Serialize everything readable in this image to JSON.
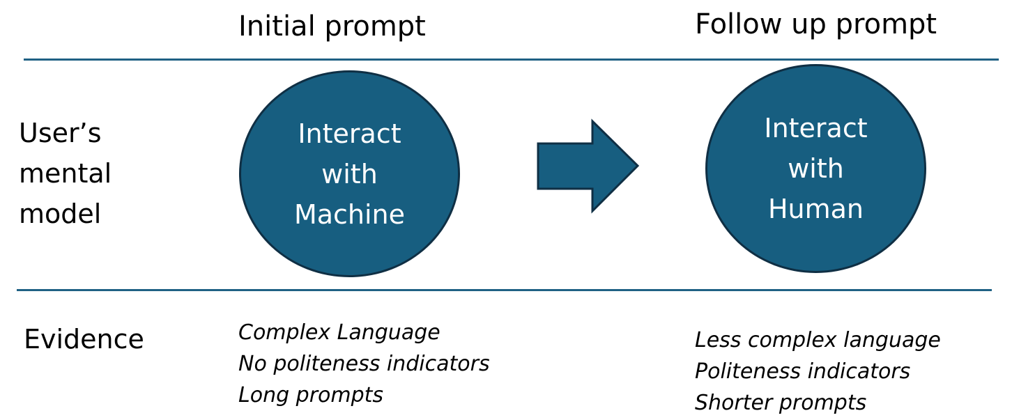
{
  "columns": {
    "initial": "Initial prompt",
    "followup": "Follow up prompt"
  },
  "rows": {
    "mental_model": [
      "User’s",
      "mental",
      "model"
    ],
    "evidence": "Evidence"
  },
  "circles": {
    "machine": [
      "Interact",
      "with",
      "Machine"
    ],
    "human": [
      "Interact",
      "with",
      "Human"
    ]
  },
  "evidence": {
    "initial": [
      "Complex Language",
      "No politeness indicators",
      "Long prompts"
    ],
    "followup": [
      "Less complex language",
      "Politeness indicators",
      "Shorter prompts"
    ]
  },
  "colors": {
    "accent": "#175e80",
    "outline": "#0f2f44",
    "rule": "#1f6184"
  }
}
